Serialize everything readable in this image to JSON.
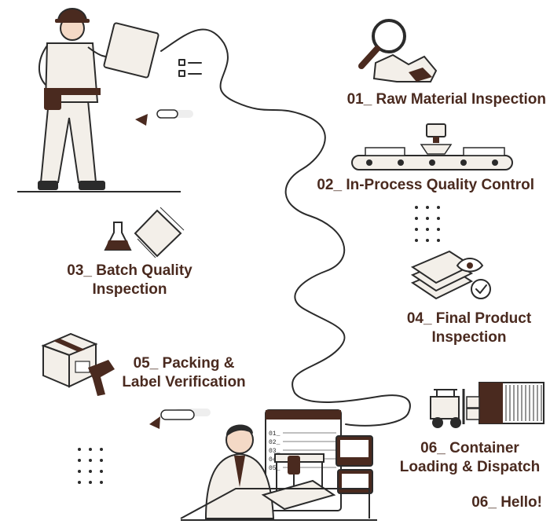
{
  "steps": [
    {
      "lines": [
        "01_ Raw Material Inspection"
      ],
      "icon": "magnifier-on-stones-icon"
    },
    {
      "lines": [
        "02_ In-Process Quality Control"
      ],
      "icon": "conveyor-camera-icon"
    },
    {
      "lines": [
        "03_ Batch Quality",
        "Inspection"
      ],
      "icon": "flask-tile-icon"
    },
    {
      "lines": [
        "04_ Final Product",
        "Inspection"
      ],
      "icon": "tile-stack-eye-icon"
    },
    {
      "lines": [
        "05_ Packing &",
        "Label Verification"
      ],
      "icon": "box-scanner-icon"
    },
    {
      "lines": [
        "06_ Container",
        "Loading & Dispatch"
      ],
      "icon": "forklift-container-icon"
    }
  ],
  "hello": "06_ Hello!",
  "monitor_list": [
    "01_",
    "02_",
    "03_",
    "04_",
    "05_"
  ],
  "colors": {
    "accent": "#4a2a1f",
    "ink": "#2b2b2b",
    "skin": "#f4d9c6",
    "cream": "#f3efe9"
  }
}
